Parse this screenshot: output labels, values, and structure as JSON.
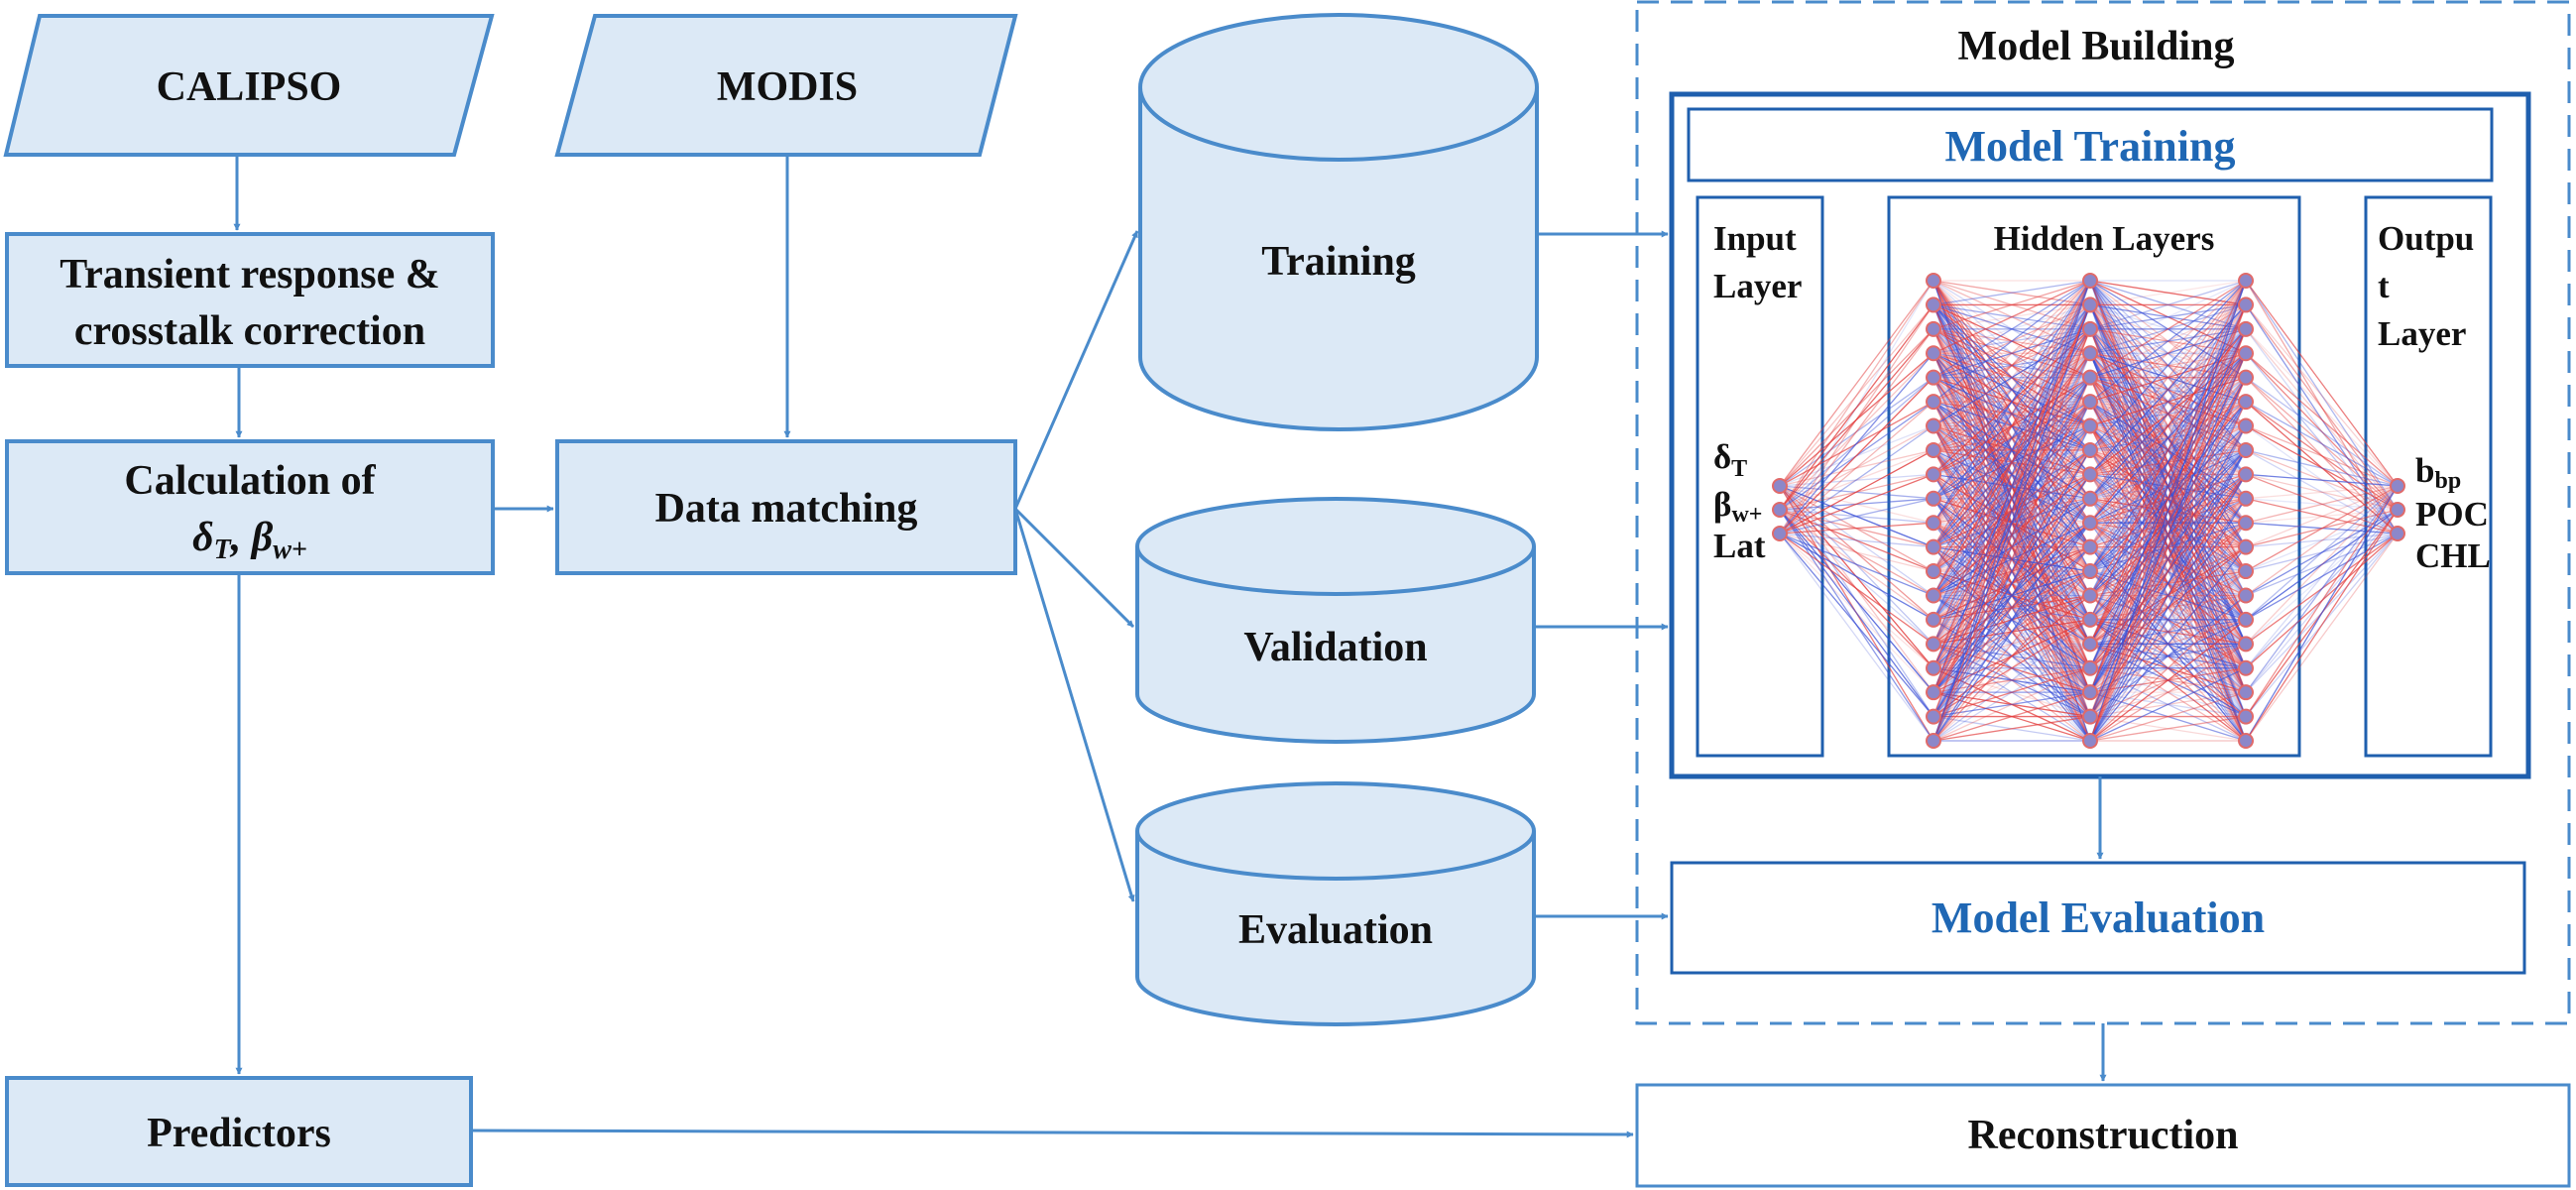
{
  "colors": {
    "box_fill": "#DCE9F6",
    "box_stroke": "#4A8BCB",
    "arrow": "#4A8BCB",
    "dark_frame": "#1F5FAE",
    "title_blue": "#1F67B4",
    "edge_red": "#E23B3B",
    "edge_blue": "#3A4FD6",
    "node_fill": "#8C87C9",
    "node_stroke": "#E06A6A"
  },
  "nodes": {
    "calipso": "CALIPSO",
    "modis": "MODIS",
    "transient_line1": "Transient response &",
    "transient_line2": "crosstalk correction",
    "calc_line1": "Calculation of",
    "calc_delta": "δ",
    "calc_delta_sub": "T",
    "calc_sep": ", ",
    "calc_beta": "β",
    "calc_beta_sub": "w+",
    "data_matching": "Data matching",
    "training": "Training",
    "validation": "Validation",
    "evaluation": "Evaluation",
    "predictors": "Predictors",
    "reconstruction": "Reconstruction"
  },
  "model_building": {
    "title": "Model Building",
    "training_title": "Model Training",
    "evaluation_title": "Model Evaluation",
    "input_layer": {
      "label_line1": "Input",
      "label_line2": "Layer",
      "features": [
        {
          "main": "δ",
          "sub": "T"
        },
        {
          "main": "β",
          "sub": "w+"
        },
        {
          "main": "Lat",
          "sub": ""
        }
      ]
    },
    "hidden_layers": {
      "label": "Hidden Layers",
      "layers": 3,
      "nodes_per_layer": 20
    },
    "output_layer": {
      "label_line1": "Outpu",
      "label_line2": "t",
      "label_line3": "Layer",
      "targets": [
        {
          "main": "b",
          "sub": "bp"
        },
        {
          "main": "POC",
          "sub": ""
        },
        {
          "main": "CHL",
          "sub": ""
        }
      ]
    }
  }
}
